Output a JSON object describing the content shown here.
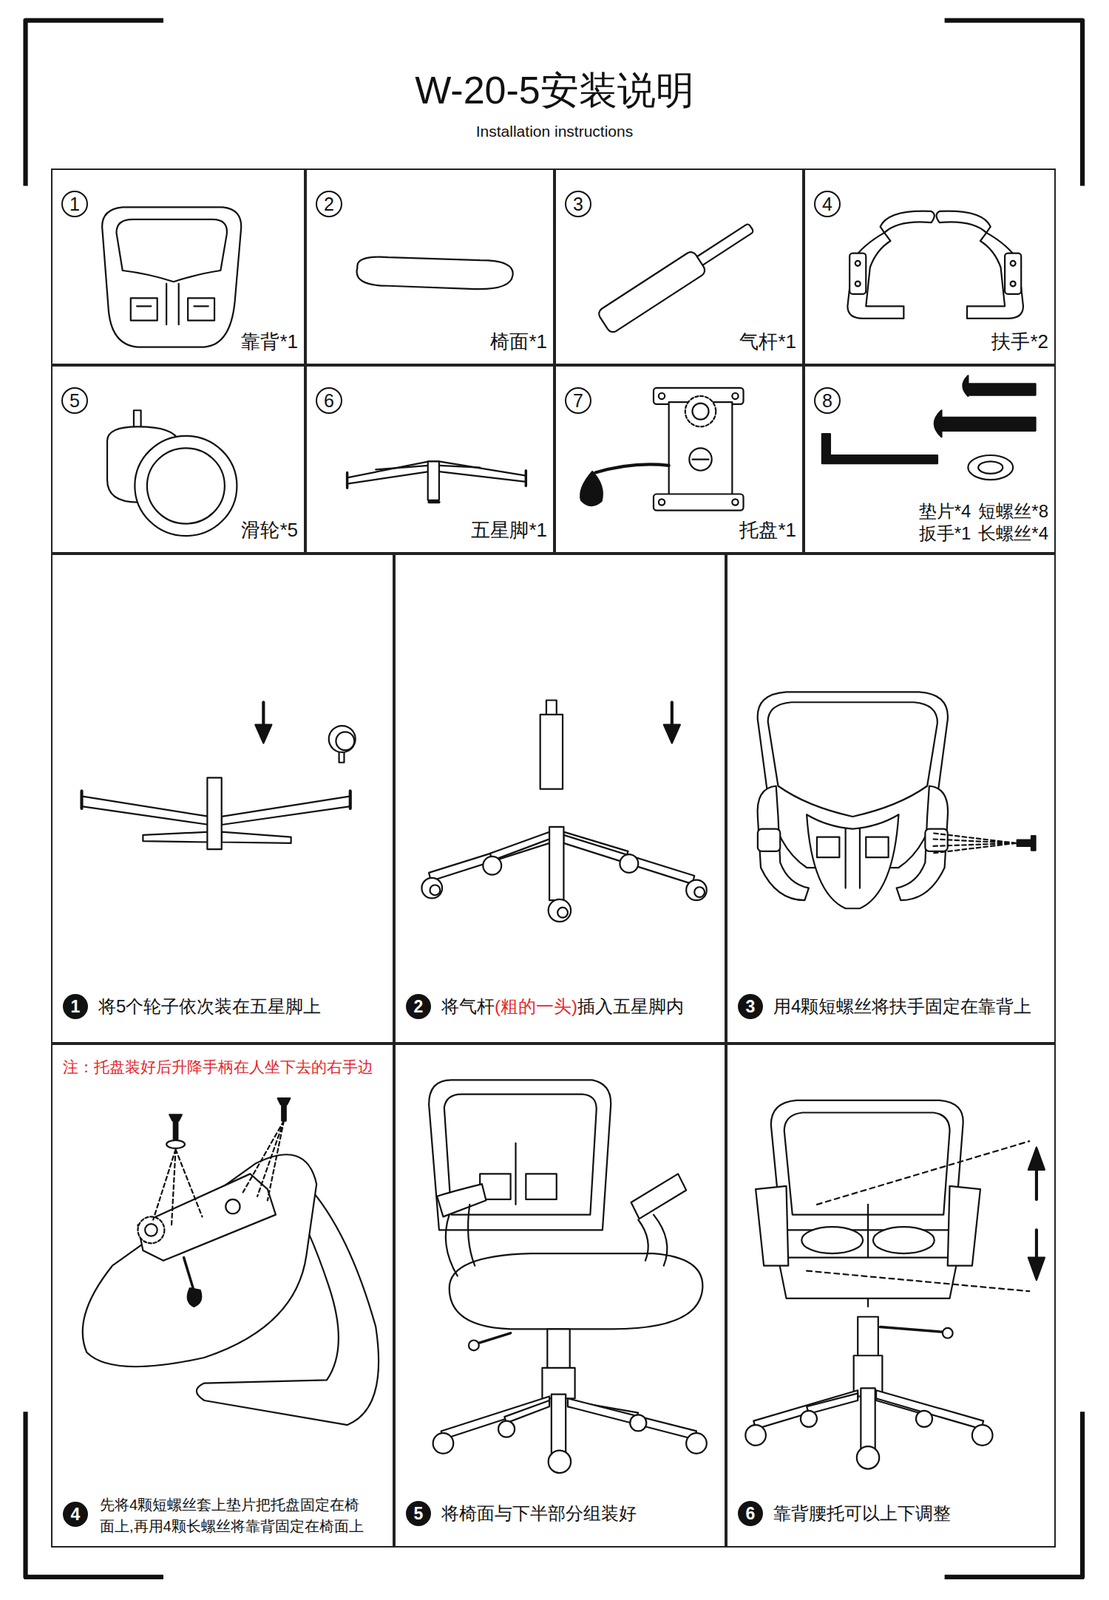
{
  "diagram": {
    "title": "W-20-5安装说明",
    "nodes": [
      {
        "text": [
          "靠背*1"
        ]
      },
      {
        "text": [
          "1"
        ],
        "in": 0
      },
      {
        "text": [
          "椅面*1"
        ]
      },
      {
        "text": [
          "2"
        ],
        "in": 2
      },
      {
        "text": [
          "气杆*1"
        ]
      },
      {
        "text": [
          "3"
        ],
        "in": 4
      },
      {
        "text": [
          "扶手*2"
        ]
      },
      {
        "text": [
          "4"
        ],
        "in": 6
      },
      {
        "text": [
          "滑轮*5"
        ]
      },
      {
        "text": [
          "5"
        ],
        "in": 8
      },
      {
        "text": [
          "五星脚*1"
        ]
      },
      {
        "text": [
          "6"
        ],
        "in": 10
      },
      {
        "text": [
          "托盘*1"
        ]
      },
      {
        "text": [
          "7"
        ],
        "in": 12
      },
      {
        "text": [
          "垫片*4",
          "短螺丝*8",
          "扳手*1",
          "长螺丝*4"
        ]
      },
      {
        "text": [
          "8"
        ],
        "in": 14
      },
      {
        "text": [
          "将5个轮子依次装在五星脚上"
        ]
      },
      {
        "text": [
          "1"
        ],
        "in": 16
      },
      {
        "text": [
          "将气杆",
          "(粗的一头)",
          "插入五星脚内"
        ]
      },
      {
        "text": [
          "2"
        ],
        "in": 18
      },
      {
        "text": [
          "用4颗短螺丝将扶手固定在靠背上"
        ]
      },
      {
        "text": [
          "3"
        ],
        "in": 20
      },
      {
        "text": [
          "注：托盘装好后升降手柄在人坐下去的右手边",
          "先将4颗短螺丝套上垫片把托盘固定在椅面上,再用4颗长螺丝将靠背固定在椅面上"
        ]
      },
      {
        "text": [
          "4"
        ],
        "in": 22
      },
      {
        "text": [
          "将椅面与下半部分组装好"
        ]
      },
      {
        "text": [
          "5"
        ],
        "in": 24
      },
      {
        "text": [
          "靠背腰托可以上下调整"
        ]
      },
      {
        "text": [
          "6"
        ],
        "in": 26
      }
    ],
    "labels": [
      "Installation instructions"
    ]
  }
}
